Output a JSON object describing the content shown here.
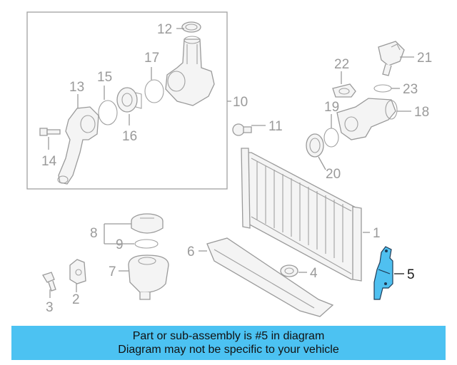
{
  "diagram": {
    "callouts": [
      {
        "id": "1",
        "label": "1"
      },
      {
        "id": "2",
        "label": "2"
      },
      {
        "id": "3",
        "label": "3"
      },
      {
        "id": "4",
        "label": "4"
      },
      {
        "id": "5",
        "label": "5",
        "highlighted": true
      },
      {
        "id": "6",
        "label": "6"
      },
      {
        "id": "7",
        "label": "7"
      },
      {
        "id": "8",
        "label": "8"
      },
      {
        "id": "9",
        "label": "9"
      },
      {
        "id": "10",
        "label": "10"
      },
      {
        "id": "11",
        "label": "11"
      },
      {
        "id": "12",
        "label": "12"
      },
      {
        "id": "13",
        "label": "13"
      },
      {
        "id": "14",
        "label": "14"
      },
      {
        "id": "15",
        "label": "15"
      },
      {
        "id": "16",
        "label": "16"
      },
      {
        "id": "17",
        "label": "17"
      },
      {
        "id": "18",
        "label": "18"
      },
      {
        "id": "19",
        "label": "19"
      },
      {
        "id": "20",
        "label": "20"
      },
      {
        "id": "21",
        "label": "21"
      },
      {
        "id": "22",
        "label": "22"
      },
      {
        "id": "23",
        "label": "23"
      }
    ],
    "colors": {
      "highlight": "#4fc0f0",
      "part_outline": "#9a9a9a",
      "banner": "#4cc2f2"
    }
  },
  "banner": {
    "line1": "Part or sub-assembly is #5 in diagram",
    "line2": "Diagram may not be specific to your vehicle"
  }
}
